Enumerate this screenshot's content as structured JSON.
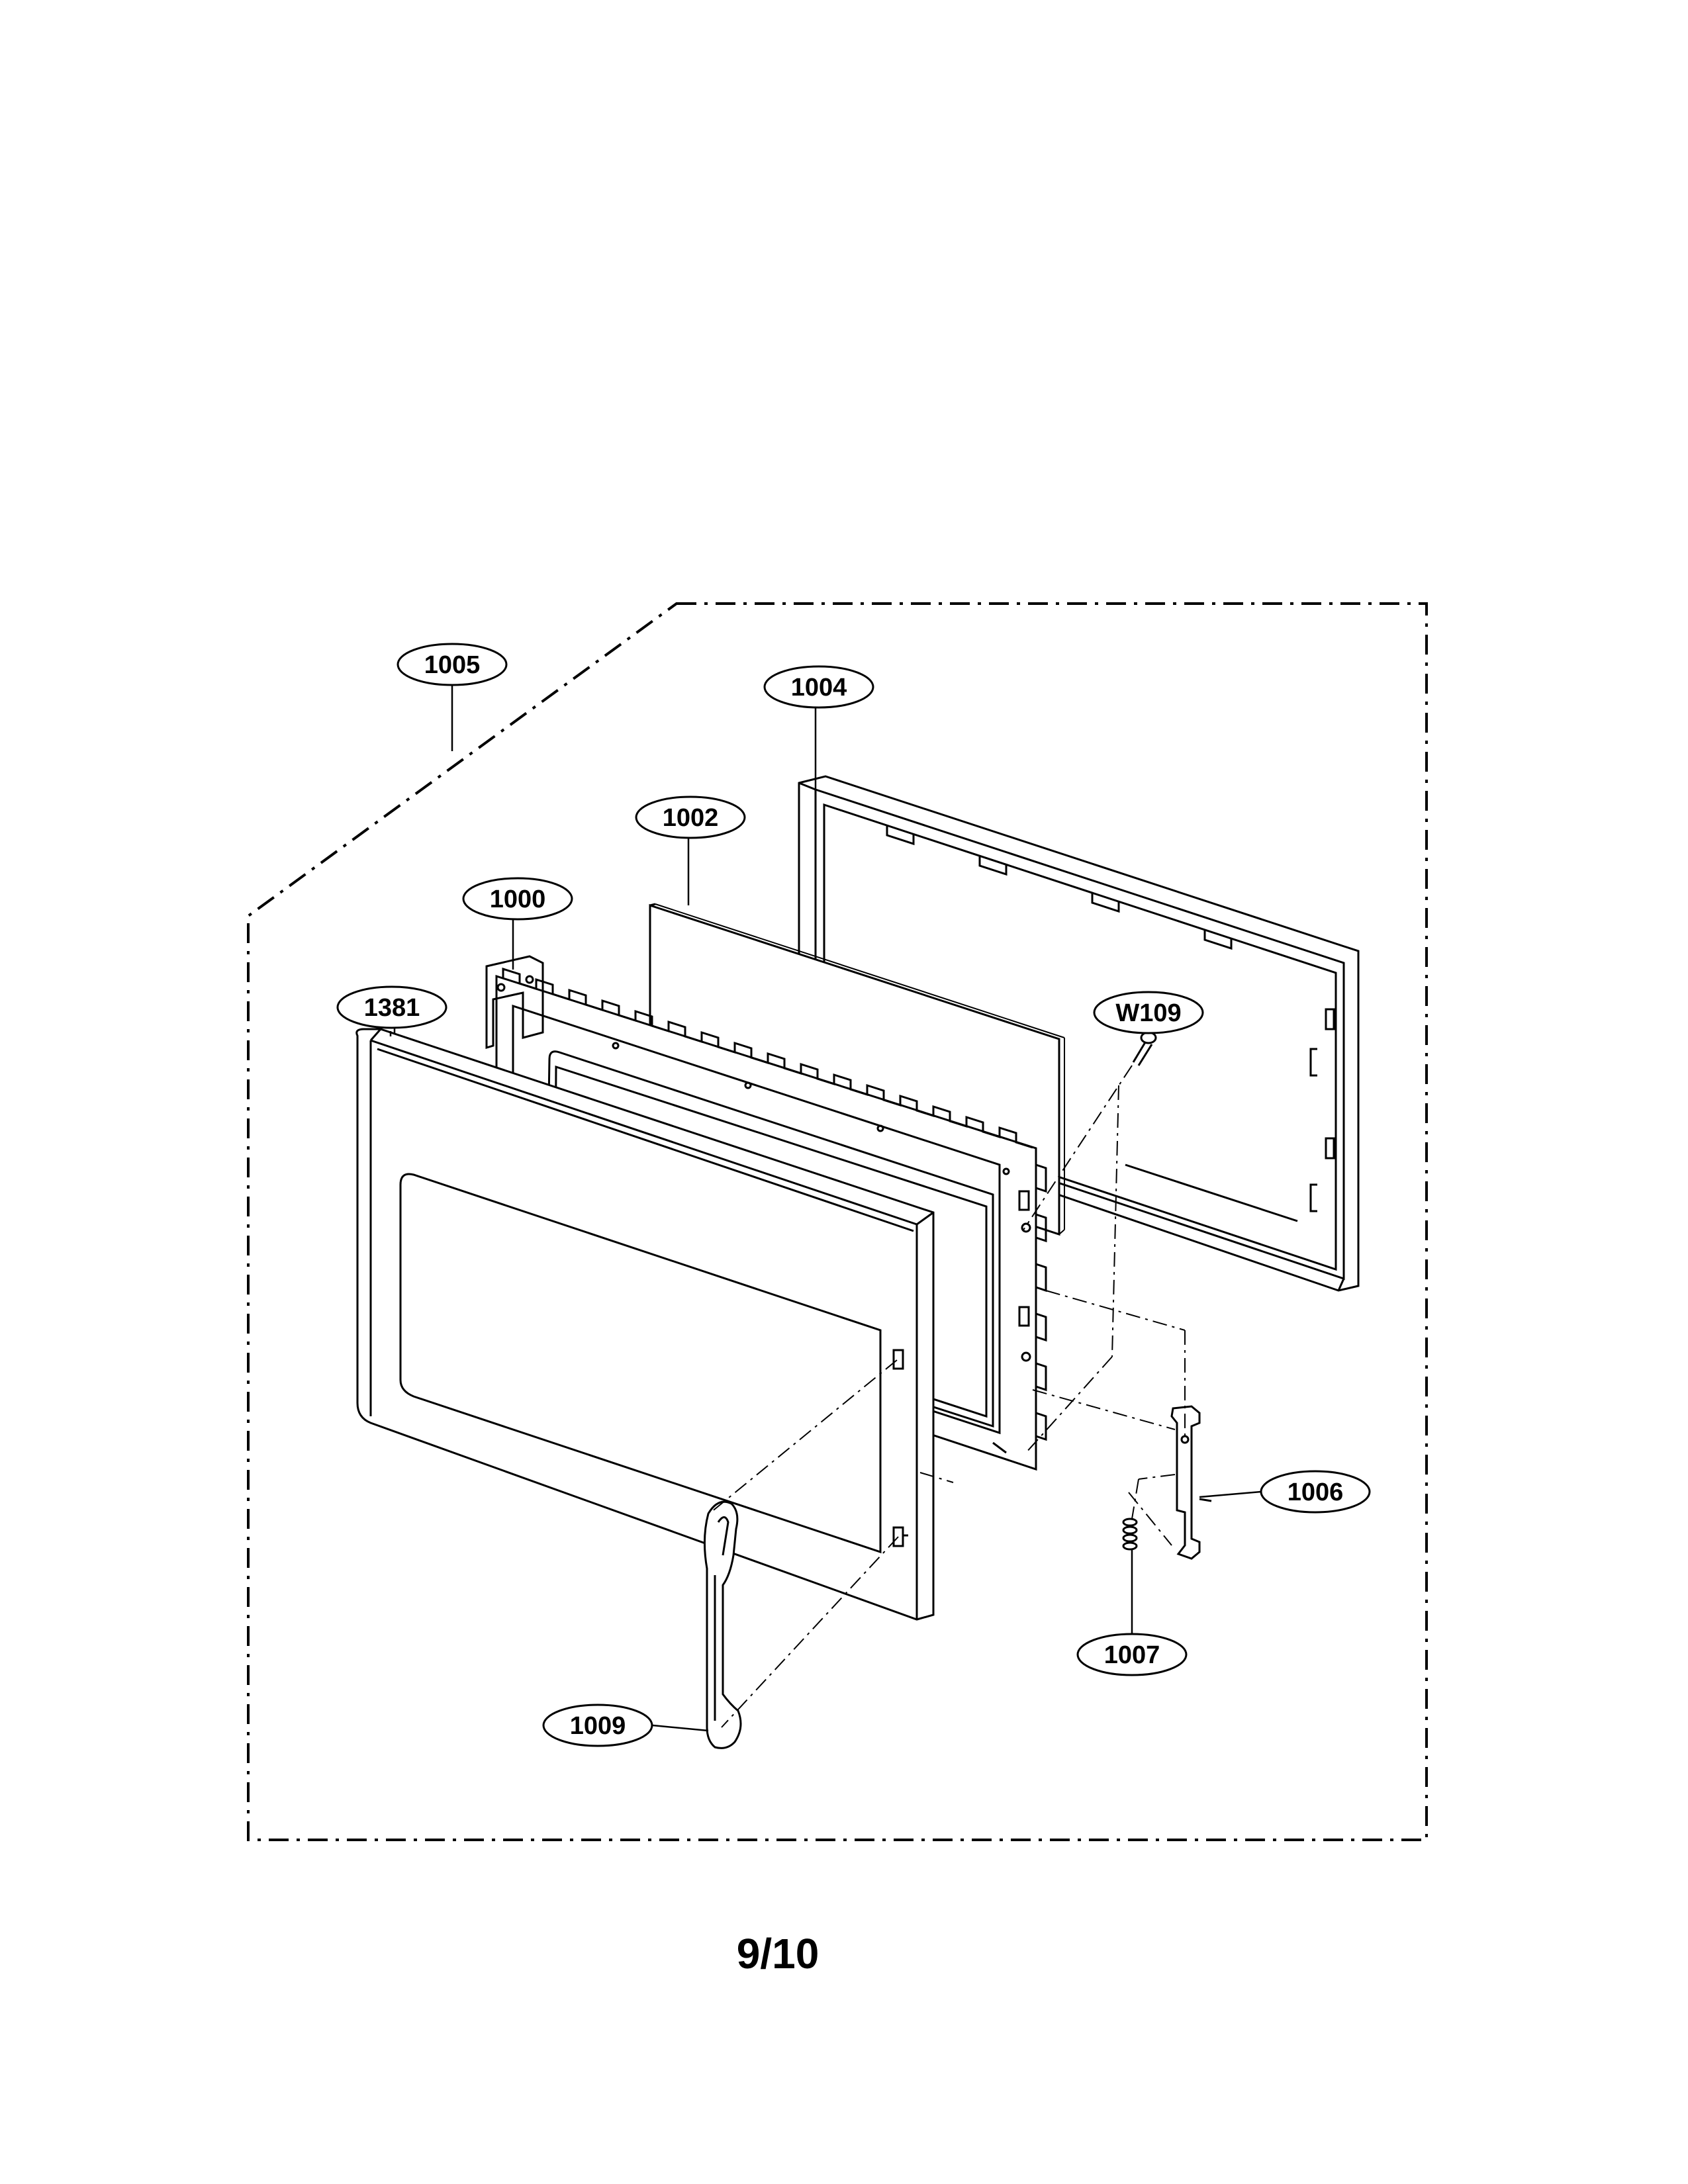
{
  "callouts": {
    "c1005": "1005",
    "c1004": "1004",
    "c1002": "1002",
    "c1000": "1000",
    "c1381": "1381",
    "cW109": "W109",
    "c1006": "1006",
    "c1007": "1007",
    "c1009": "1009"
  },
  "page_number": "9/10"
}
